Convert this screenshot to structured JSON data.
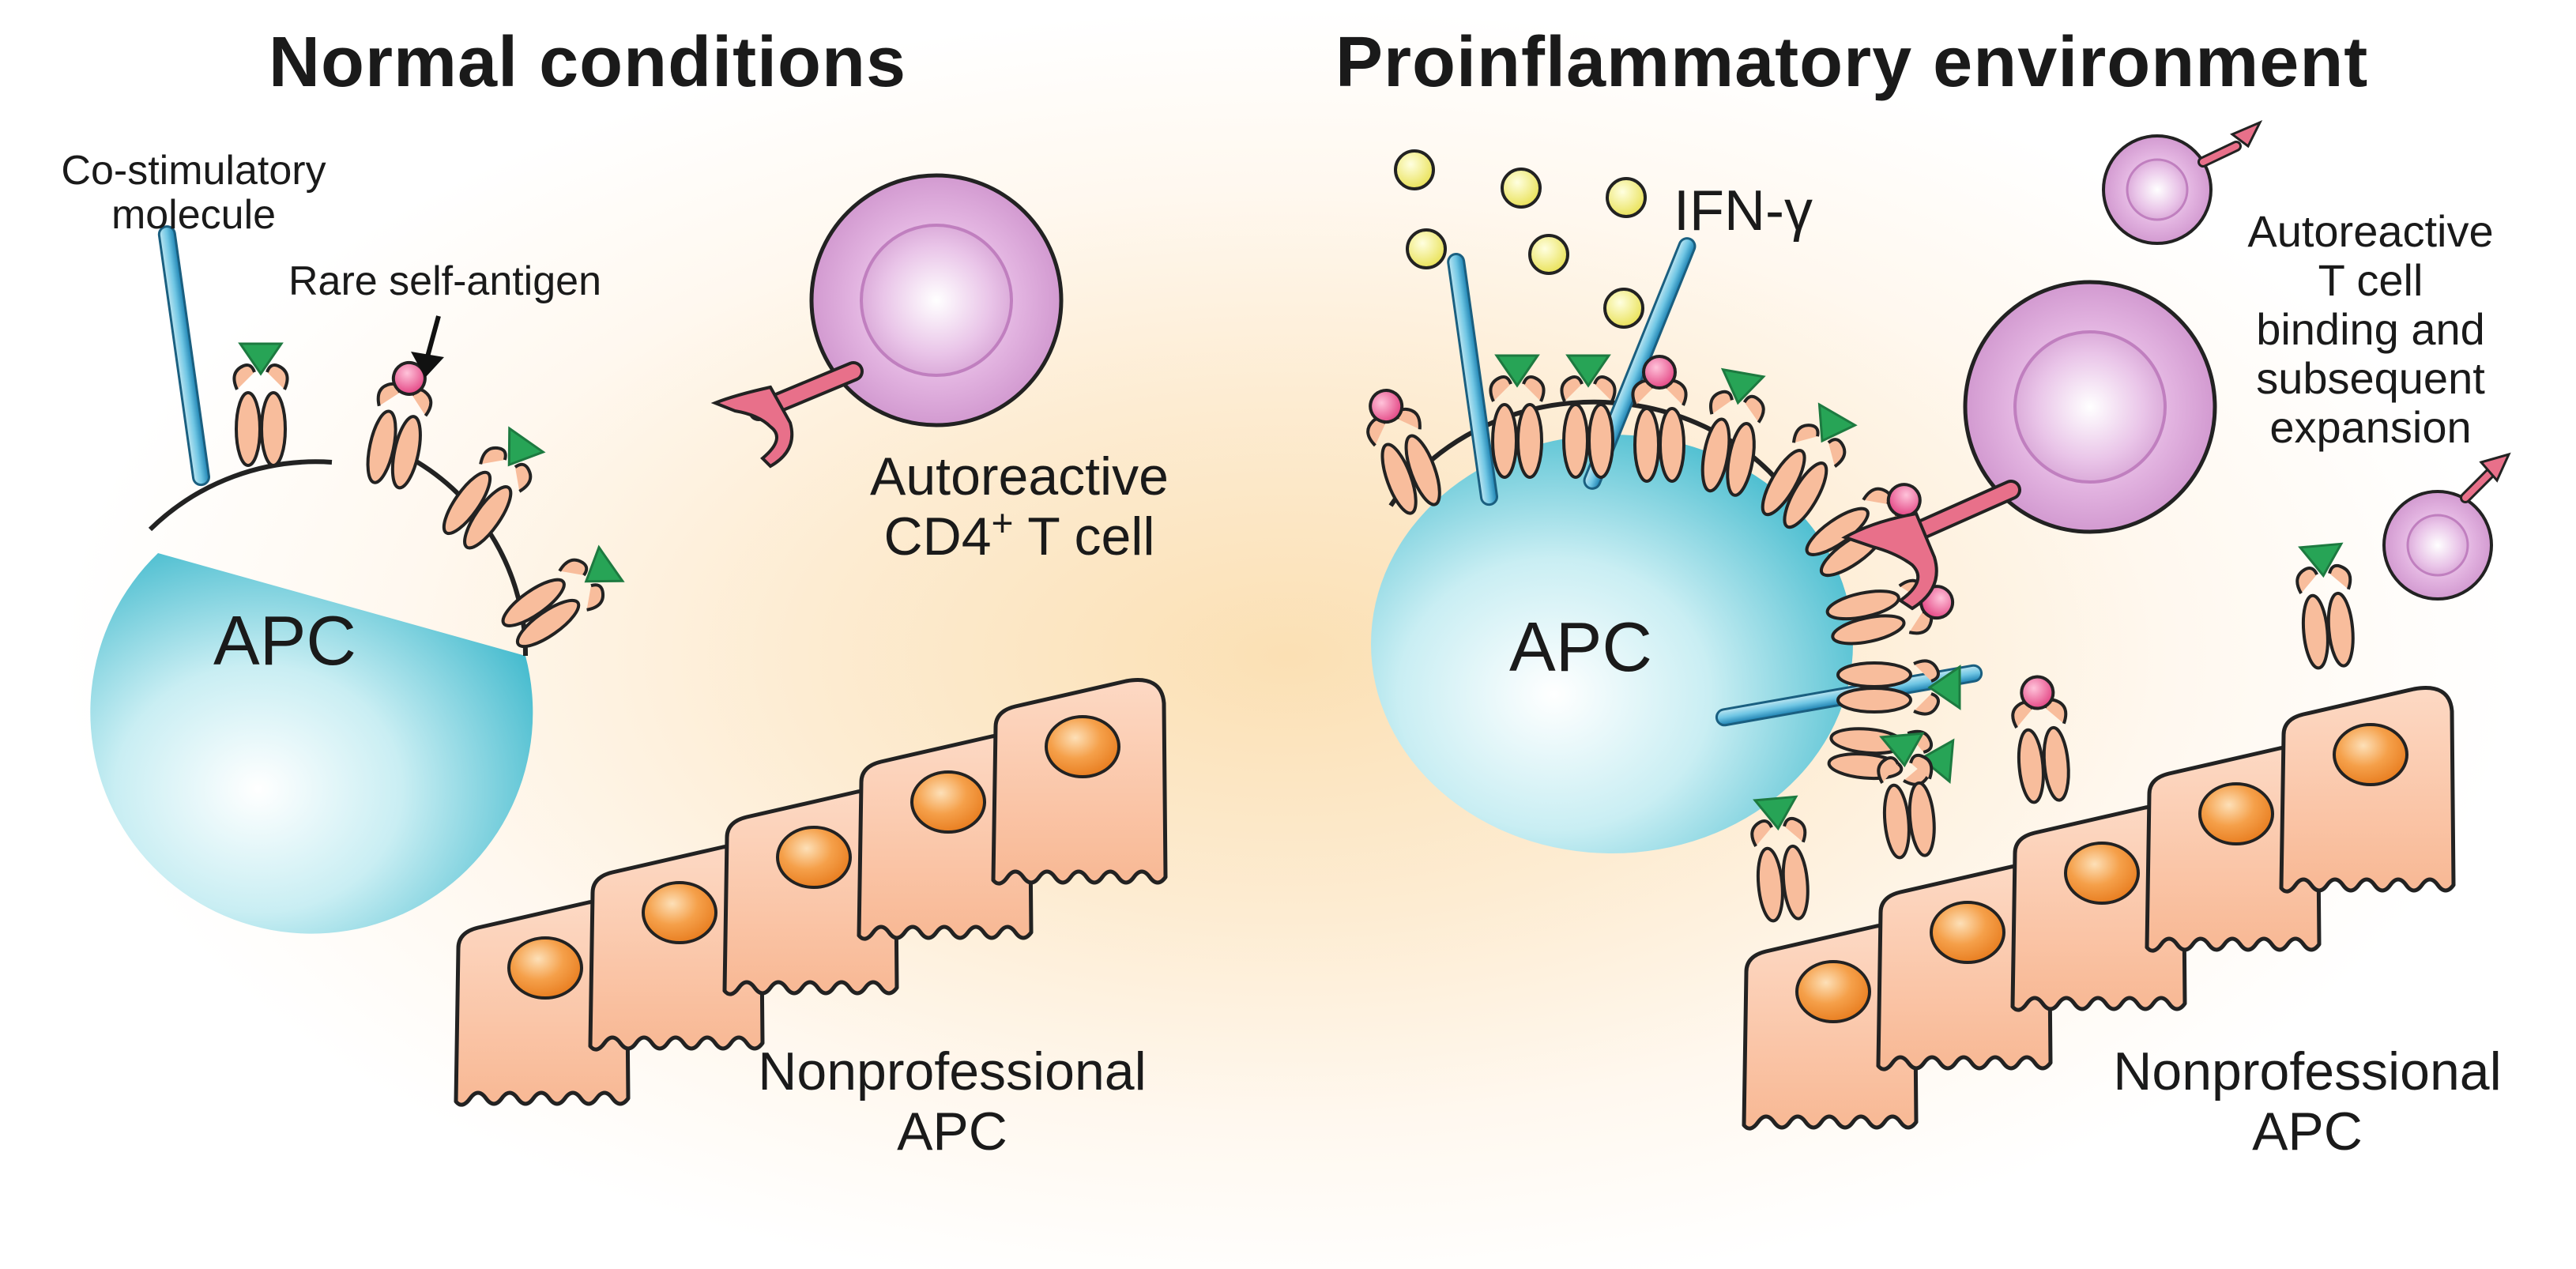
{
  "left": {
    "title": "Normal conditions",
    "costim_label_line1": "Co-stimulatory",
    "costim_label_line2": "molecule",
    "rare_antigen_label": "Rare self-antigen",
    "apc_label": "APC",
    "tcell_label_line1": "Autoreactive",
    "tcell_label_line2_prefix": "CD4",
    "tcell_label_superscript": "+",
    "tcell_label_line2_suffix": " T cell",
    "nonpro_label_line1": "Nonprofessional",
    "nonpro_label_line2": "APC"
  },
  "right": {
    "title": "Proinflammatory environment",
    "ifn_label": "IFN-γ",
    "apc_label": "APC",
    "expansion_line1": "Autoreactive",
    "expansion_line2": "T cell",
    "expansion_line3": "binding and",
    "expansion_line4": "subsequent",
    "expansion_line5": "expansion",
    "nonpro_label_line1": "Nonprofessional",
    "nonpro_label_line2": "APC"
  },
  "colors": {
    "apc_core": "#ffffff",
    "apc_edge": "#3db8cc",
    "epithelial": "#f9c1a1",
    "nucleus": "#f28a2a",
    "tcell": "#d59bd3",
    "antigen_triangle": "#27a456",
    "antigen_sphere": "#e8508a",
    "ifn": "#f2ee72",
    "tcr": "#e8708a"
  }
}
